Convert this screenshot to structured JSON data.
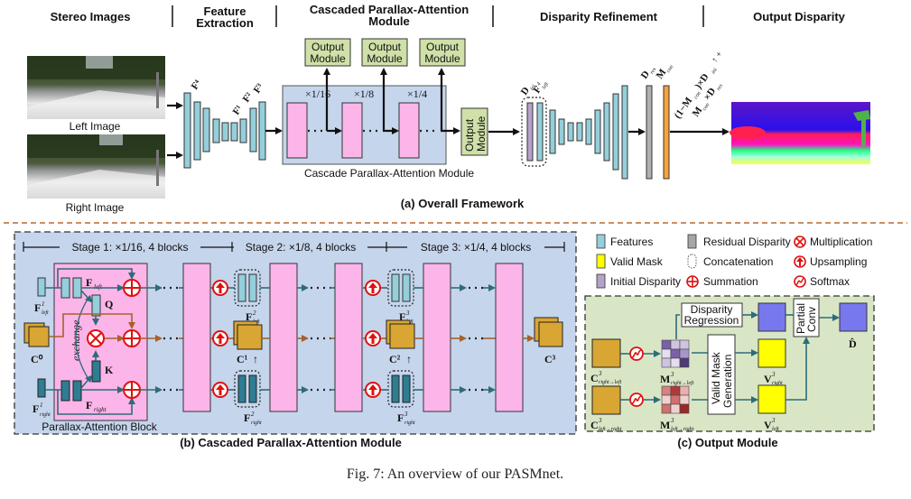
{
  "overall": {
    "headers": [
      "Stereo Images",
      "Feature",
      "Extraction",
      "Cascaded Parallax-Attention",
      "Module",
      "Disparity Refinement",
      "Output Disparity"
    ],
    "left_image_label": "Left Image",
    "right_image_label": "Right Image",
    "feature_labels": [
      "F⁴",
      "F¹",
      "F²",
      "F³"
    ],
    "output_module_label_1": "Output",
    "output_module_label_2": "Module",
    "scales": [
      "×1/16",
      "×1/8",
      "×1/4"
    ],
    "cpam_label": "Cascade Parallax-Attention Module",
    "refine_labels": {
      "d_ini": "D",
      "d_ini_sub": "ini",
      "f_left": "F",
      "f_left_sup": "4",
      "f_left_sub": "left",
      "d_res": "D",
      "d_res_sub": "res",
      "m_con": "M",
      "m_con_sub": "con"
    },
    "formula_line1": "(1−M",
    "formula_line1_sub": "con",
    "formula_line1_tail": ")×D",
    "formula_line1_tail_sub": "ini",
    "formula_up": "↑ +",
    "formula_line2": "M",
    "formula_line2_sub": "con",
    "formula_line2_tail": "×D",
    "formula_line2_tail_sub": "res",
    "caption": "(a) Overall Framework"
  },
  "cascaded": {
    "stages": [
      "Stage 1: ×1/16, 4 blocks",
      "Stage 2: ×1/8, 4 blocks",
      "Stage 3:  ×1/4, 4 blocks"
    ],
    "block_label": "Parallax-Attention Block",
    "f_left": "F",
    "f_left_sub": "left",
    "f_right": "F",
    "f_right_sub": "right",
    "q": "Q",
    "k": "K",
    "exchange": "exchange",
    "c0": "C⁰",
    "c1": "C¹",
    "c2": "C²",
    "c3": "C³",
    "sup1": "1",
    "sup2": "2",
    "sup3": "3",
    "up_arrow": "↑",
    "caption": "(b) Cascaded Parallax-Attention Module"
  },
  "legend": {
    "items": [
      "Features",
      "Valid Mask",
      "Initial Disparity",
      "Residual Disparity",
      "Concatenation",
      "Summation",
      "Multiplication",
      "Upsampling",
      "Softmax"
    ],
    "colors": {
      "features": "#94cfdb",
      "valid_mask": "#ffff00",
      "initial_disparity": "#b3a2c9",
      "residual_disparity": "#a6a6a6",
      "summation": "#e01010"
    }
  },
  "output_module": {
    "disparity_regression_1": "Disparity",
    "disparity_regression_2": "Regression",
    "partial_conv_1": "Partial",
    "partial_conv_2": "Conv",
    "valid_mask_gen_1": "Valid Mask",
    "valid_mask_gen_2": "Generation",
    "c": "C",
    "m": "M",
    "v": "V",
    "d_hat": "D̂",
    "sup": "3",
    "r2l": "right→left",
    "l2r": "left→right",
    "right": "right",
    "left": "left",
    "caption": "(c) Output Module"
  },
  "figure_caption": "Fig. 7: An overview of our PASMnet."
}
